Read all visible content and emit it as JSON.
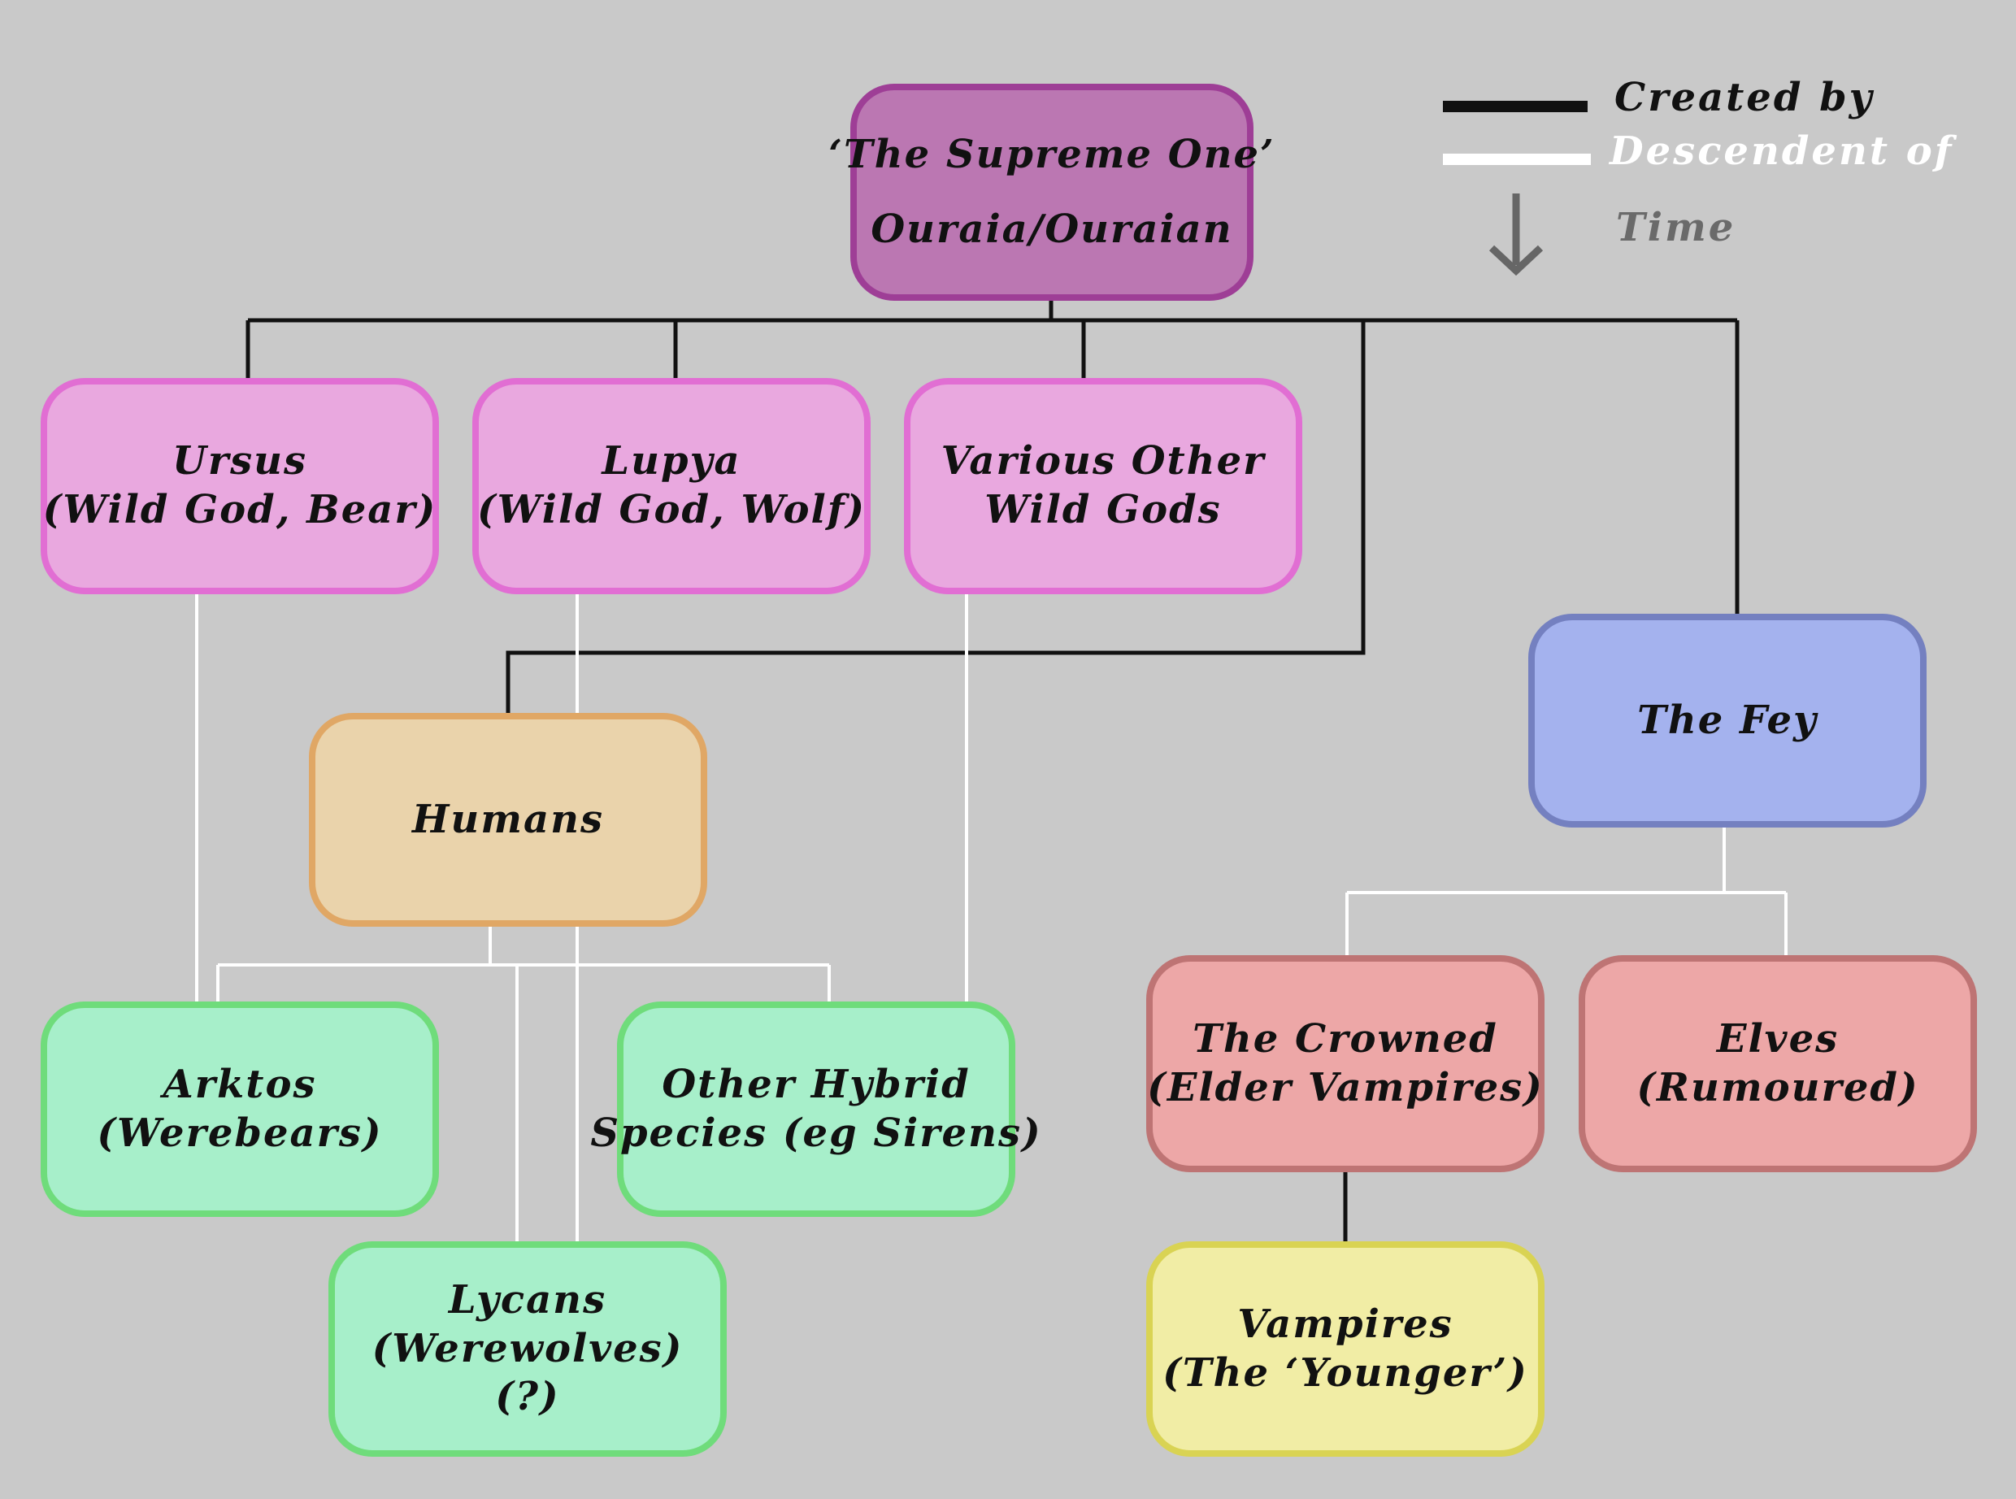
{
  "legend": {
    "created_by": "Created by",
    "descendent_of": "Descendent of",
    "time": "Time"
  },
  "nodes": {
    "supreme": {
      "line1": "‘The Supreme One’",
      "line2": "Ouraia/Ouraian"
    },
    "ursus": {
      "line1": "Ursus",
      "line2": "(Wild God, Bear)"
    },
    "lupya": {
      "line1": "Lupya",
      "line2": "(Wild God, Wolf)"
    },
    "other_gods": {
      "line1": "Various Other",
      "line2": "Wild Gods"
    },
    "humans": {
      "line1": "Humans"
    },
    "fey": {
      "line1": "The Fey"
    },
    "arktos": {
      "line1": "Arktos",
      "line2": "(Werebears)"
    },
    "hybrid": {
      "line1": "Other Hybrid",
      "line2": "Species (eg Sirens)"
    },
    "lycans": {
      "line1": "Lycans",
      "line2": "(Werewolves)",
      "line3": "(?)"
    },
    "crowned": {
      "line1": "The Crowned",
      "line2": "(Elder Vampires)"
    },
    "elves": {
      "line1": "Elves",
      "line2": "(Rumoured)"
    },
    "vampires": {
      "line1": "Vampires",
      "line2": "(The ‘Younger’)"
    }
  },
  "colors": {
    "background": "#c9c9c9",
    "created_by_line": "#111111",
    "descendent_line": "#ffffff",
    "time_arrow": "#666666",
    "supreme_fill": "#bb77b2",
    "supreme_border": "#9e3e96",
    "god_fill": "#e9a8df",
    "god_border": "#e16ed3",
    "human_fill": "#ead3ab",
    "human_border": "#e0a765",
    "fey_fill": "#a4b2ee",
    "fey_border": "#7480c0",
    "hybrid_fill": "#a7efca",
    "hybrid_border": "#6fdc7b",
    "vamp_fill": "#eda7a7",
    "vamp_border": "#be7474",
    "younger_fill": "#f1eda5",
    "younger_border": "#d9d353"
  }
}
